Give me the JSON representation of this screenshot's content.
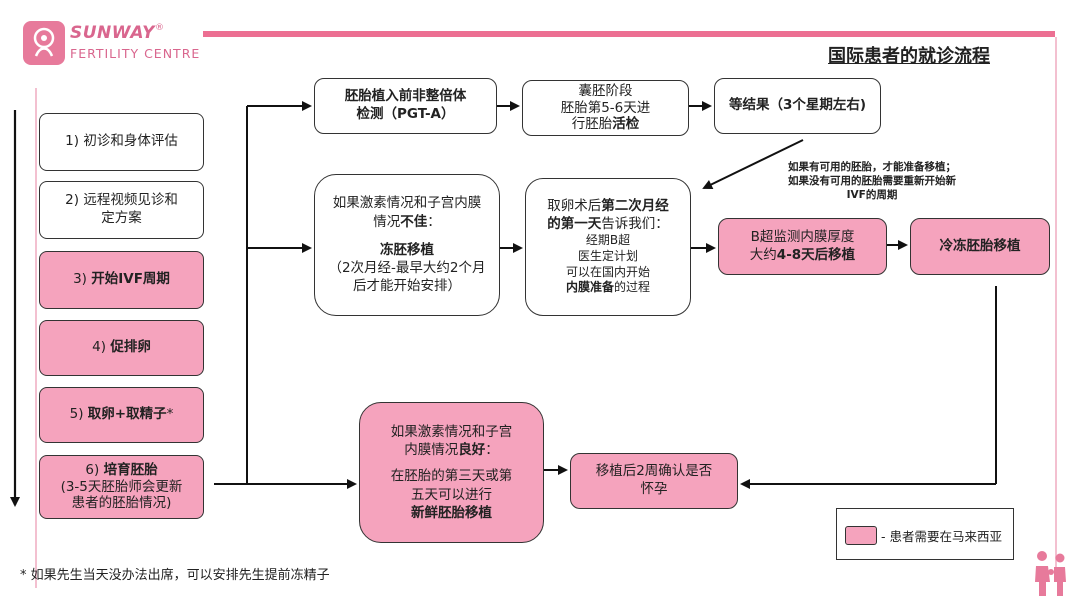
{
  "header": {
    "logo_line1": "SUNWAY",
    "logo_reg": "®",
    "logo_line2": "FERTILITY CENTRE",
    "title": "国际患者的就诊流程"
  },
  "colors": {
    "accent": "#e77a9b",
    "pink_fill": "#f5a3bd",
    "rule": "#ec6f92"
  },
  "steps": {
    "s1": "1) 初诊和身体评估",
    "s2_a": "2) 远程视频见诊和",
    "s2_b": "定方案",
    "s3_num": "3) ",
    "s3_bold": "开始IVF周期",
    "s4_num": "4) ",
    "s4_bold": "促排卵",
    "s5_num": "5) ",
    "s5_bold": "取卵+取精子",
    "s5_star": "*",
    "s6_num": "6) ",
    "s6_bold": "培育胚胎",
    "s6_a": "(3-5天胚胎师会更新",
    "s6_b": "患者的胚胎情况)"
  },
  "row1": {
    "pgt_a": "胚胎植入前非整倍体",
    "pgt_b": "检测（PGT-A）",
    "biopsy_a": "囊胚阶段",
    "biopsy_b": "胚胎第5-6天进",
    "biopsy_c_pre": "行胚胎",
    "biopsy_c_bold": "活检",
    "result": "等结果（3个星期左右)"
  },
  "note_right": {
    "line1": "如果有可用的胚胎，才能准备移植；",
    "line2": "如果没有可用的胚胎需要重新开始新",
    "line3": "IVF的周期"
  },
  "row2": {
    "frozen_a": "如果激素情况和子宫内膜",
    "frozen_b_pre": "情况",
    "frozen_b_bold": "不佳",
    "frozen_b_post": "：",
    "frozen_c": "冻胚移植",
    "frozen_d": "（2次月经-最早大约2个月",
    "frozen_e": "后才能开始安排）",
    "mens_a_pre": "取卵术后",
    "mens_a_bold": "第二次月经",
    "mens_b_bold": "的第一天",
    "mens_b_post": "告诉我们：",
    "mens_c": "经期B超",
    "mens_d": "医生定计划",
    "mens_e": "可以在国内开始",
    "mens_f_bold": "内膜准备",
    "mens_f_post": "的过程",
    "scan_a": "B超监测内膜厚度",
    "scan_b_pre": "大约",
    "scan_b_bold": "4-8天后移植",
    "fet": "冷冻胚胎移植"
  },
  "row3": {
    "fresh_a": "如果激素情况和子宫",
    "fresh_b_pre": "内膜情况",
    "fresh_b_bold": "良好",
    "fresh_b_post": "：",
    "fresh_c": "在胚胎的第三天或第",
    "fresh_d": "五天可以进行",
    "fresh_e": "新鲜胚胎移植",
    "confirm_a": "移植后2周确认是否",
    "confirm_b": "怀孕"
  },
  "legend": {
    "text": "- 患者需要在马来西亚"
  },
  "footnote": "* 如果先生当天没办法出席，可以安排先生提前冻精子"
}
